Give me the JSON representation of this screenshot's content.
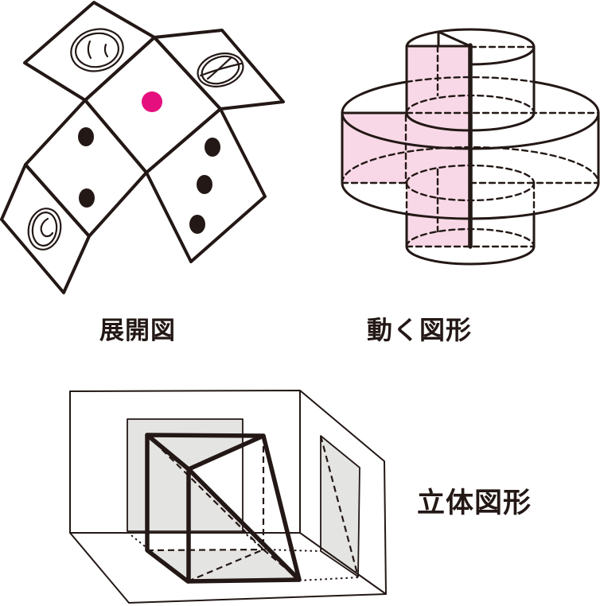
{
  "page": {
    "background": "#ffffff"
  },
  "colors": {
    "line": "#231815",
    "magenta_dot": "#e60f7e",
    "pink_plane": "#f8d8e6",
    "gray_plane": "#e4e4e2"
  },
  "figures": {
    "net": {
      "label": "展開図",
      "kind": "dice-net",
      "visible_pips": {
        "center_pink": 1,
        "left_face": 2,
        "right_face": 3
      },
      "sketched_blank_faces": 3
    },
    "rotation": {
      "label": "動く図形",
      "kind": "solid-of-revolution-cutaway-with-cross-section"
    },
    "solid": {
      "label": "立体図形",
      "kind": "cube-with-diagonal-cross-section-in-room-corner"
    }
  }
}
